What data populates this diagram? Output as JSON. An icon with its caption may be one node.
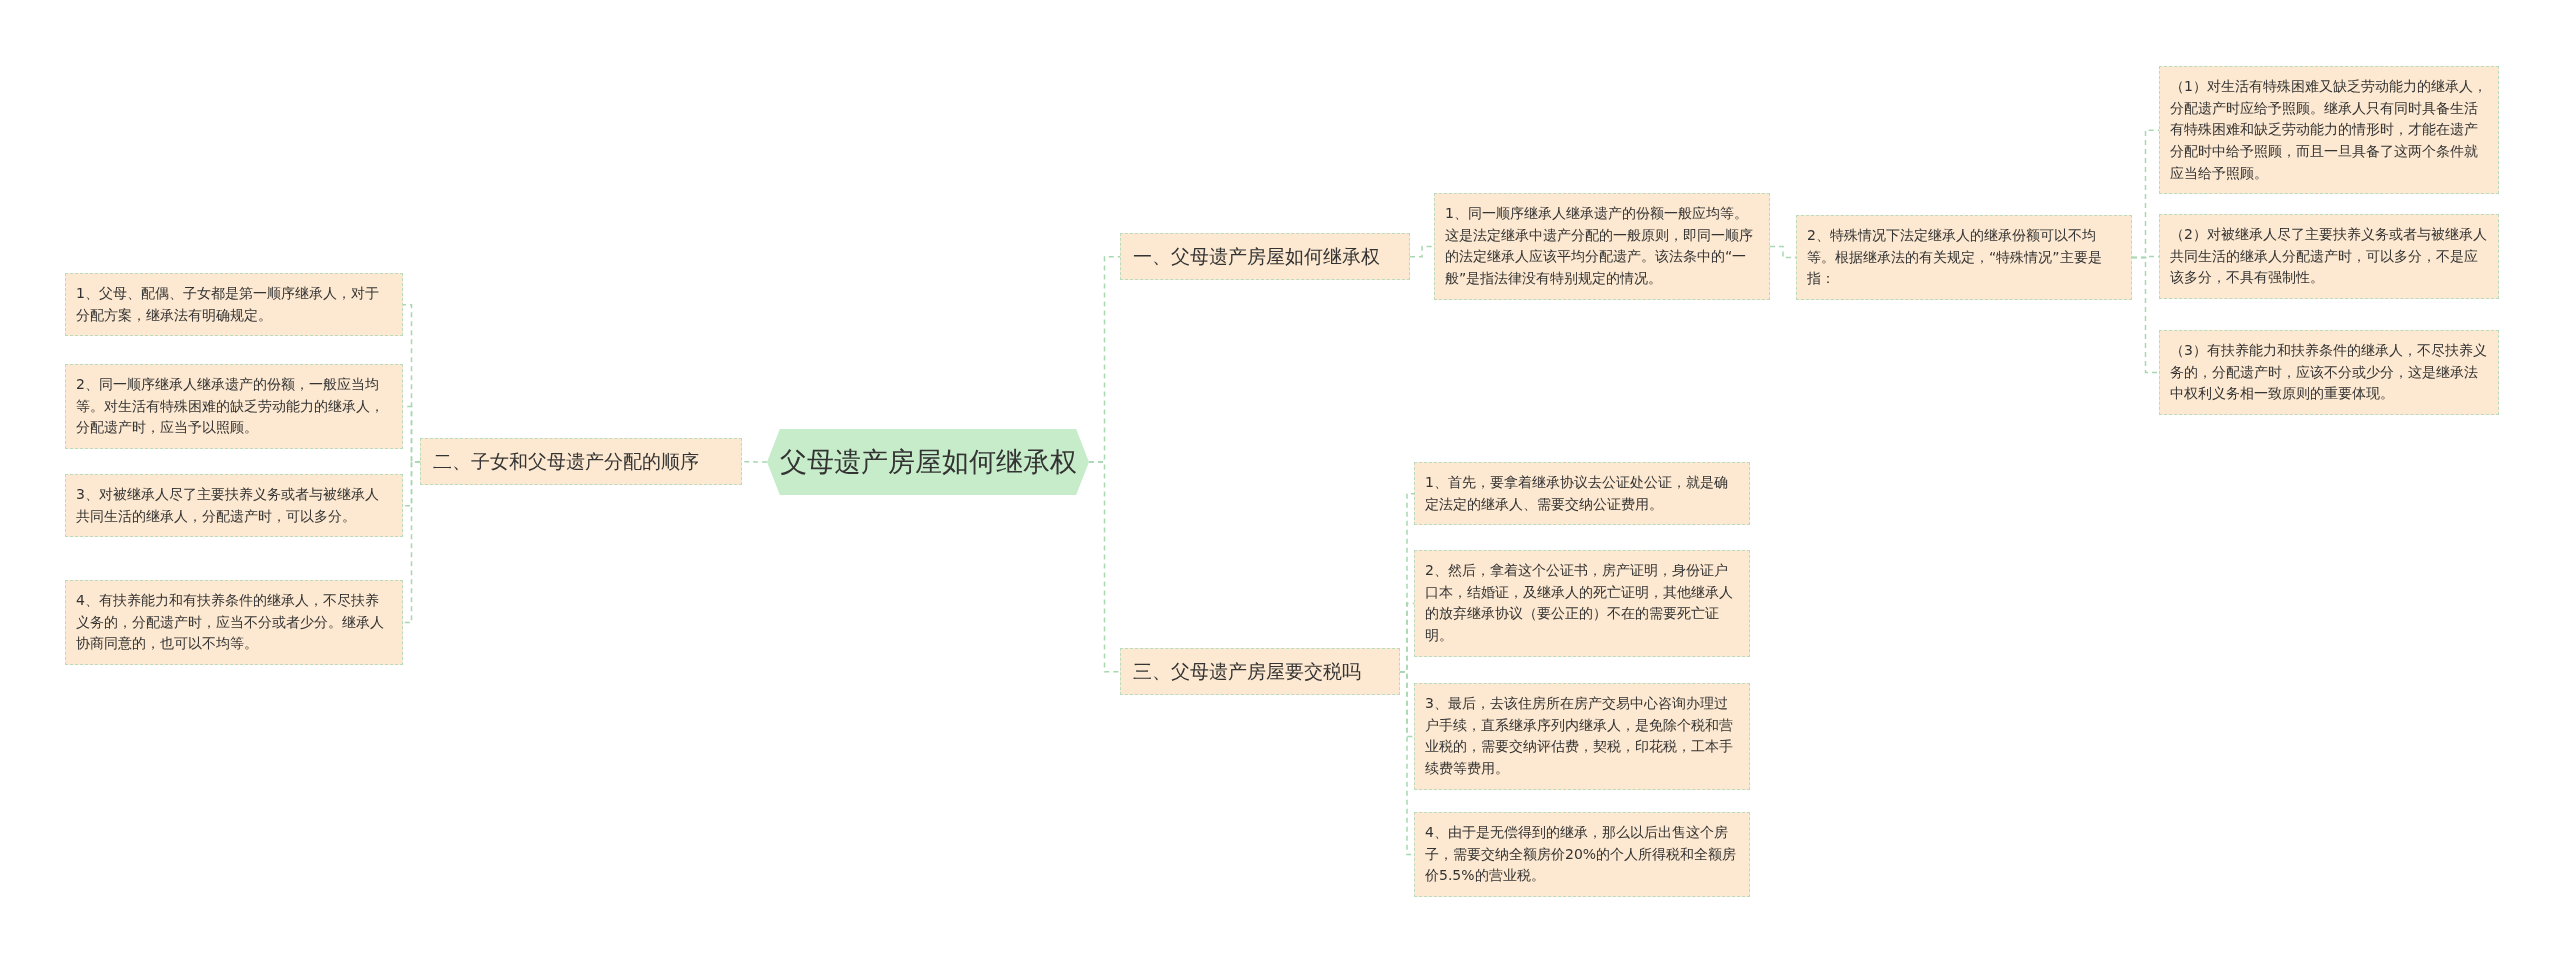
{
  "diagram": {
    "nodes": [
      {
        "text": [
          "父母遗产房屋如何继承权"
        ]
      },
      {
        "text": [
          "一、父母遗产房屋如何继承权"
        ]
      },
      {
        "text": [
          "1、同一顺序继承人继承遗产的份额一般应均等。这是法定继承中遗产分配的一般原则，即同一顺序的法定继承人应该平均分配遗产。该法条中的“一般”是指法律没有特别规定的情况。"
        ]
      },
      {
        "text": [
          "2、特殊情况下法定继承人的继承份额可以不均等。根据继承法的有关规定，“特殊情况”主要是指："
        ]
      },
      {
        "text": [
          "（1）对生活有特殊困难又缺乏劳动能力的继承人，分配遗产时应给予照顾。继承人只有同时具备生活有特殊困难和缺乏劳动能力的情形时，才能在遗产分配时中给予照顾，而且一旦具备了这两个条件就应当给予照顾。"
        ]
      },
      {
        "text": [
          "（2）对被继承人尽了主要扶养义务或者与被继承人共同生活的继承人分配遗产时，可以多分，不是应该多分，不具有强制性。"
        ]
      },
      {
        "text": [
          "（3）有扶养能力和扶养条件的继承人，不尽扶养义务的，分配遗产时，应该不分或少分，这是继承法中权利义务相一致原则的重要体现。"
        ]
      },
      {
        "text": [
          "二、子女和父母遗产分配的顺序"
        ]
      },
      {
        "text": [
          "1、父母、配偶、子女都是第一顺序继承人，对于分配方案，继承法有明确规定。"
        ]
      },
      {
        "text": [
          "2、同一顺序继承人继承遗产的份额，一般应当均等。对生活有特殊困难的缺乏劳动能力的继承人，分配遗产时，应当予以照顾。"
        ]
      },
      {
        "text": [
          "3、对被继承人尽了主要扶养义务或者与被继承人共同生活的继承人，分配遗产时，可以多分。"
        ]
      },
      {
        "text": [
          "4、有扶养能力和有扶养条件的继承人，不尽扶养义务的，分配遗产时，应当不分或者少分。继承人协商同意的，也可以不均等。"
        ]
      },
      {
        "text": [
          "三、父母遗产房屋要交税吗"
        ]
      },
      {
        "text": [
          "1、首先，要拿着继承协议去公证处公证，就是确定法定的继承人、需要交纳公证费用。"
        ]
      },
      {
        "text": [
          "2、然后，拿着这个公证书，房产证明，身份证户口本，结婚证，及继承人的死亡证明，其他继承人的放弃继承协议（要公正的）不在的需要死亡证明。"
        ]
      },
      {
        "text": [
          "3、最后，去该住房所在房产交易中心咨询办理过户手续，直系继承序列内继承人，是免除个税和营业税的，需要交纳评估费，契税，印花税，工本手续费等费用。"
        ]
      },
      {
        "text": [
          "4、由于是无偿得到的继承，那么以后出售这个房子，需要交纳全额房价20%的个人所得税和全额房价5.5%的营业税。"
        ]
      }
    ],
    "edges": [
      {
        "from": 0,
        "to": 1,
        "arrow": "none"
      },
      {
        "from": 1,
        "to": 2,
        "arrow": "none"
      },
      {
        "from": 2,
        "to": 3,
        "arrow": "none"
      },
      {
        "from": 3,
        "to": 4,
        "arrow": "none"
      },
      {
        "from": 3,
        "to": 5,
        "arrow": "none"
      },
      {
        "from": 3,
        "to": 6,
        "arrow": "none"
      },
      {
        "from": 0,
        "to": 7,
        "arrow": "none"
      },
      {
        "from": 7,
        "to": 8,
        "arrow": "none"
      },
      {
        "from": 7,
        "to": 9,
        "arrow": "none"
      },
      {
        "from": 7,
        "to": 10,
        "arrow": "none"
      },
      {
        "from": 7,
        "to": 11,
        "arrow": "none"
      },
      {
        "from": 0,
        "to": 12,
        "arrow": "none"
      },
      {
        "from": 12,
        "to": 13,
        "arrow": "none"
      },
      {
        "from": 12,
        "to": 14,
        "arrow": "none"
      },
      {
        "from": 12,
        "to": 15,
        "arrow": "none"
      },
      {
        "from": 12,
        "to": 16,
        "arrow": "none"
      }
    ]
  }
}
